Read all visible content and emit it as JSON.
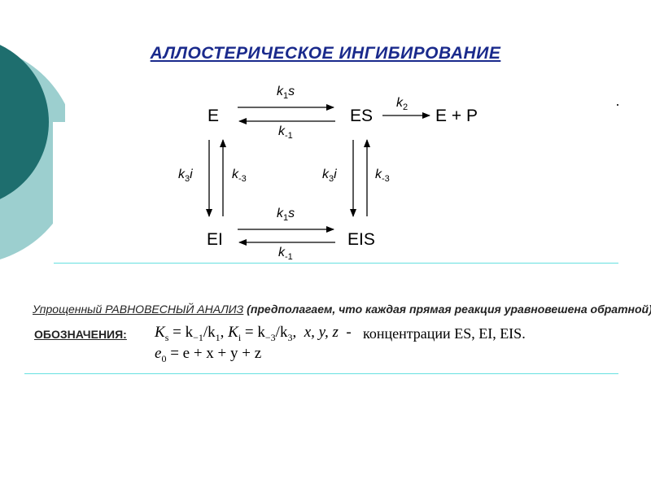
{
  "title": "АЛЛОСТЕРИЧЕСКОЕ ИНГИБИРОВАНИЕ",
  "nodes": {
    "E": "E",
    "ES": "ES",
    "EP": "E + P",
    "EI": "EI",
    "EIS": "EIS"
  },
  "rates": {
    "top_forward_k": "k",
    "top_forward_sub": "1",
    "top_forward_var": "s",
    "top_reverse_k": "k",
    "top_reverse_sub": "-1",
    "product_k": "k",
    "product_sub": "2",
    "left_down_k": "k",
    "left_down_sub": "3",
    "left_down_var": "i",
    "left_up_k": "k",
    "left_up_sub": "-3",
    "right_down_k": "k",
    "right_down_sub": "3",
    "right_down_var": "i",
    "right_up_k": "k",
    "right_up_sub": "-3",
    "bottom_forward_k": "k",
    "bottom_forward_sub": "1",
    "bottom_forward_var": "s",
    "bottom_reverse_k": "k",
    "bottom_reverse_sub": "-1"
  },
  "analysis": {
    "lead": "Упрощенный РАВНОВЕСНЫЙ АНАЛИЗ",
    "rest": " (предполагаем, что каждая прямая реакция уравновешена обратной):"
  },
  "notation": {
    "label": "ОБОЗНАЧЕНИЯ:",
    "ks_sym": "K",
    "ks_sub": "s",
    "ks_rhs1": " = k",
    "ks_rhs1_sub": "−1",
    "ks_rhs2": "/k",
    "ks_rhs2_sub": "1",
    "ks_comma": ",",
    "ki_sym": "K",
    "ki_sub": "i",
    "ki_rhs1": " = k",
    "ki_rhs1_sub": "−3",
    "ki_rhs2": "/k",
    "ki_rhs2_sub": "3",
    "ki_comma": ",",
    "vars": "x, y, z",
    "dash": "-",
    "concentrations": "концентрации ES, EI, EIS.",
    "e0_sym": "e",
    "e0_sub": "0",
    "e0_rhs": " = e + x + y + z"
  }
}
